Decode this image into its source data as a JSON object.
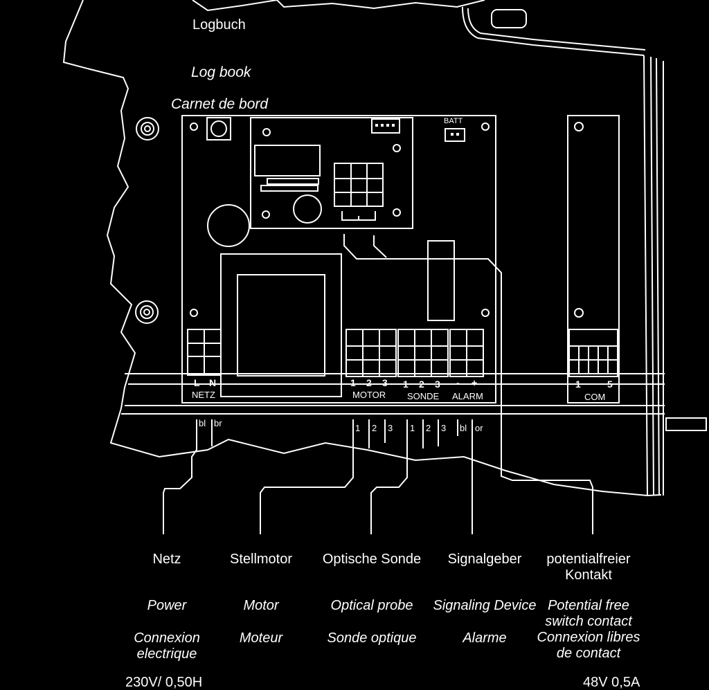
{
  "logbook": {
    "de": "Logbuch",
    "en": "Log book",
    "fr": "Carnet de bord"
  },
  "board": {
    "batt_label": "BATT",
    "terminals": {
      "l": "L",
      "n": "N",
      "netz": "NETZ",
      "motor_1": "1",
      "motor_2": "2",
      "motor_3": "3",
      "motor": "MOTOR",
      "sonde_1": "1",
      "sonde_2": "2",
      "sonde_3": "3",
      "sonde": "SONDE",
      "alarm_minus": "-",
      "alarm_plus": "+",
      "alarm": "ALARM",
      "com_1": "1",
      "com_5": "5",
      "com": "COM"
    }
  },
  "wires": {
    "netz_bl": "bl",
    "netz_br": "br",
    "motor_1": "1",
    "motor_2": "2",
    "motor_3": "3",
    "sonde_1": "1",
    "sonde_2": "2",
    "sonde_3": "3",
    "alarm_bl": "bl",
    "alarm_or": "or"
  },
  "connections": [
    {
      "de": "Netz",
      "de2": "",
      "en": "Power",
      "en2": "",
      "fr": "Connexion",
      "fr2": "electrique"
    },
    {
      "de": "Stellmotor",
      "de2": "",
      "en": "Motor",
      "en2": "",
      "fr": "Moteur",
      "fr2": ""
    },
    {
      "de": "Optische Sonde",
      "de2": "",
      "en": "Optical probe",
      "en2": "",
      "fr": "Sonde optique",
      "fr2": ""
    },
    {
      "de": "Signalgeber",
      "de2": "",
      "en": "Signaling Device",
      "en2": "",
      "fr": "Alarme",
      "fr2": ""
    },
    {
      "de": "potentialfreier",
      "de2": "Kontakt",
      "en": "Potential free",
      "en2": "switch contact",
      "fr": "Connexion libres",
      "fr2": "de contact"
    }
  ],
  "ratings": {
    "netz": "230V/ 0,50H",
    "contact": "48V 0,5A"
  },
  "colors": {
    "background": "#000000",
    "lines": "#ffffff"
  }
}
